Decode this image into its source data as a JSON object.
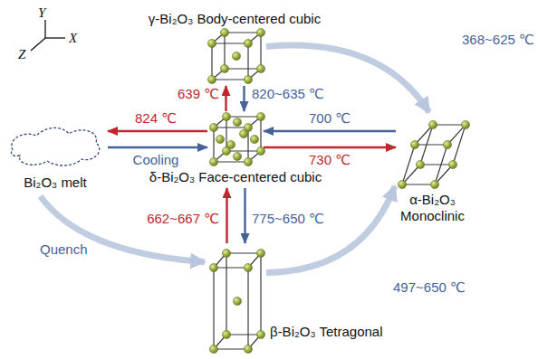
{
  "diagram": {
    "nodes": [
      {
        "text": [
          "γ-Bi₂O₃ Body-centered cubic"
        ]
      },
      {
        "text": [
          "Bi₂O₃ melt"
        ]
      },
      {
        "text": [
          "δ-Bi₂O₃ Face-centered cubic"
        ]
      },
      {
        "text": [
          "α-Bi₂O₃ Monoclinic"
        ]
      },
      {
        "text": [
          "β-Bi₂O₃ Tetragonal"
        ]
      }
    ],
    "edges": [
      {
        "from": 2,
        "to": 0,
        "label": "639 ℃",
        "arrow": "to"
      },
      {
        "from": 0,
        "to": 2,
        "label": "820~635 ℃",
        "arrow": "to"
      },
      {
        "from": 2,
        "to": 1,
        "label": "824 ℃",
        "arrow": "to"
      },
      {
        "from": 1,
        "to": 2,
        "label": "Cooling",
        "arrow": "to"
      },
      {
        "from": 3,
        "to": 2,
        "label": "700 ℃",
        "arrow": "to"
      },
      {
        "from": 2,
        "to": 3,
        "label": "730 ℃",
        "arrow": "to"
      },
      {
        "from": 4,
        "to": 2,
        "label": "662~667 ℃",
        "arrow": "to"
      },
      {
        "from": 2,
        "to": 4,
        "label": "775~650 ℃",
        "arrow": "to"
      },
      {
        "from": 0,
        "to": 3,
        "label": "368~625 ℃",
        "arrow": "to"
      },
      {
        "from": 4,
        "to": 3,
        "label": "497~650 ℃",
        "arrow": "to"
      },
      {
        "from": 1,
        "to": 4,
        "label": "Quench",
        "arrow": "to"
      }
    ],
    "labels": [
      "Y",
      "X",
      "Z"
    ]
  }
}
